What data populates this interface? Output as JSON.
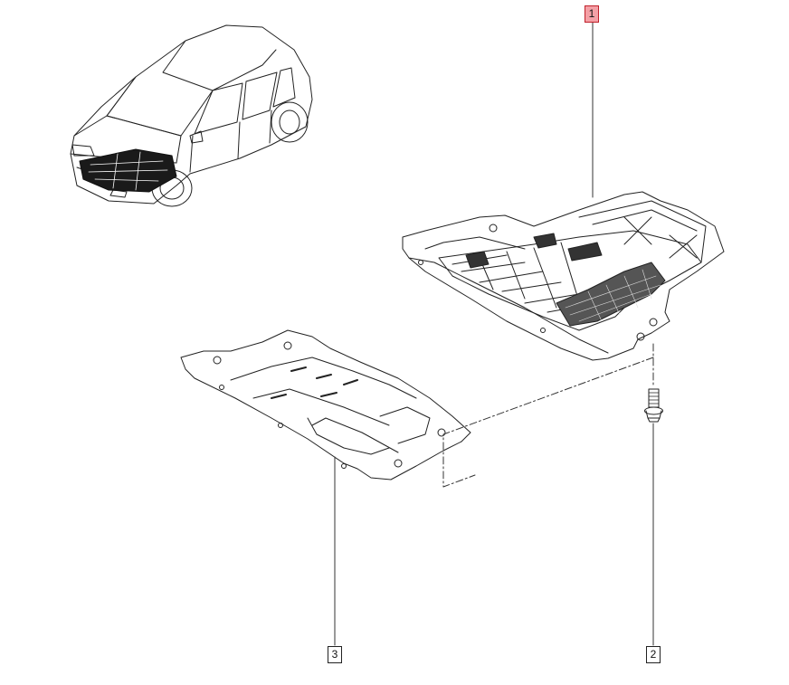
{
  "diagram": {
    "callouts": [
      {
        "id": "1",
        "label": "1",
        "highlighted": true
      },
      {
        "id": "2",
        "label": "2",
        "highlighted": false
      },
      {
        "id": "3",
        "label": "3",
        "highlighted": false
      }
    ],
    "colors": {
      "line": "#222222",
      "highlight_fill": "#f4a0a6",
      "highlight_border": "#c0202a",
      "background": "#ffffff"
    }
  }
}
